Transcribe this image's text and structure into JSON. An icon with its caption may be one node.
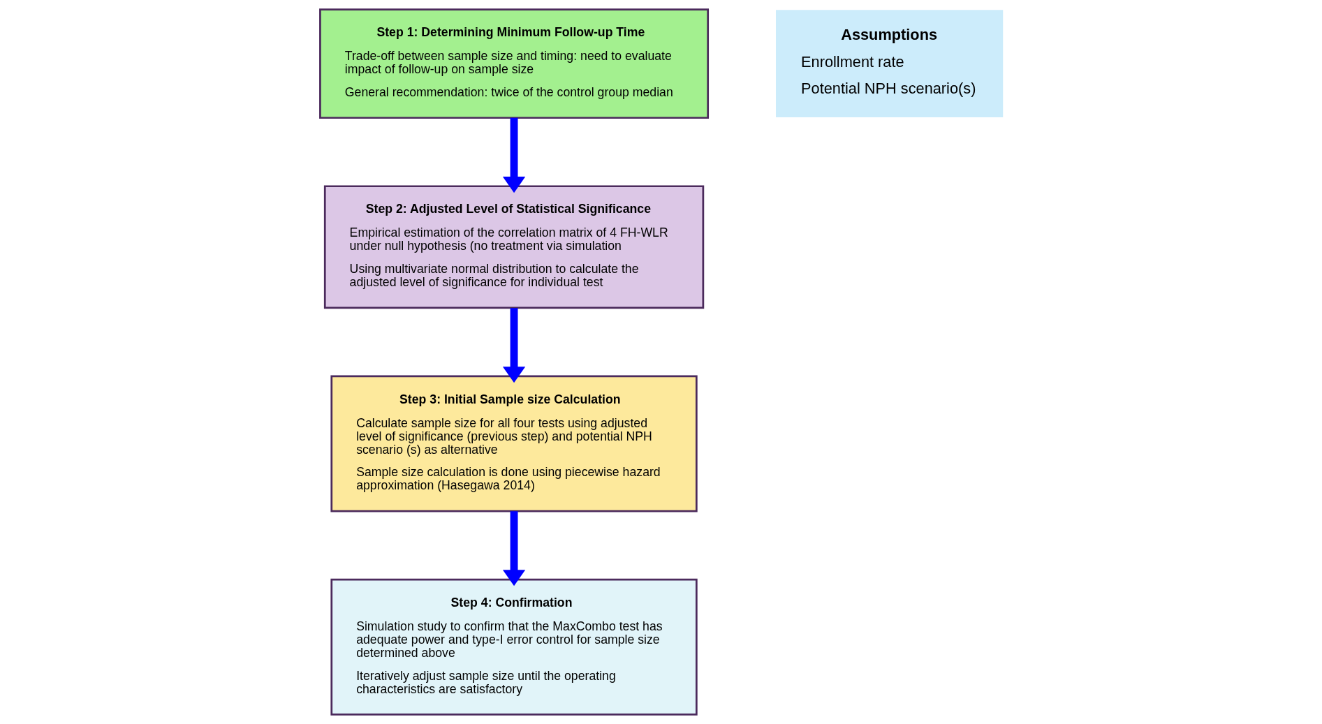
{
  "diagram": {
    "nodes": [
      {
        "text": [
          "Step 1: Determining Minimum Follow-up Time",
          "Trade-off between sample size and timing: need to evaluate impact of follow-up on sample size",
          "General recommendation: twice of the control group median"
        ]
      },
      {
        "text": [
          "Assumptions",
          "Enrollment rate",
          "Potential NPH scenario(s)"
        ]
      },
      {
        "text": [
          "Step 2: Adjusted Level of Statistical Significance",
          "Empirical estimation of the correlation matrix of 4 FH-WLR under null hypothesis (no treatment via simulation",
          "Using multivariate normal distribution to calculate the adjusted level of significance for individual test"
        ]
      },
      {
        "text": [
          "Step 3: Initial Sample size Calculation",
          "Calculate sample size for all four tests using adjusted level of significance (previous step) and potential NPH scenario (s) as alternative",
          "Sample size calculation is done using piecewise hazard approximation (Hasegawa 2014)"
        ]
      },
      {
        "text": [
          "Step 4: Confirmation",
          "Simulation study to confirm that the MaxCombo test has adequate power and type-I error control for sample size determined above",
          "Iteratively adjust sample size until the operating characteristics are satisfactory"
        ]
      }
    ],
    "edges": [
      {
        "from": 0,
        "to": 2,
        "arrow": "to"
      },
      {
        "from": 2,
        "to": 3,
        "arrow": "to"
      },
      {
        "from": 3,
        "to": 4,
        "arrow": "to"
      }
    ]
  }
}
